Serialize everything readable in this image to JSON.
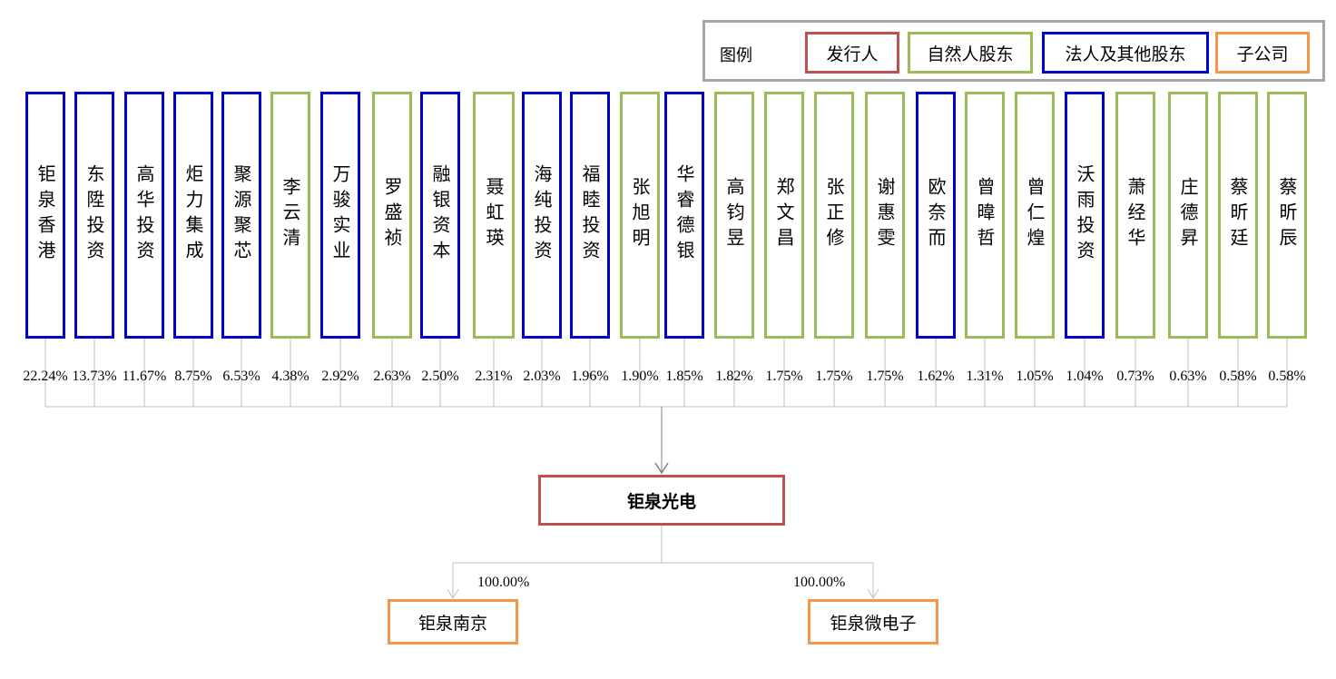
{
  "legend": {
    "title": "图例",
    "items": [
      {
        "label": "发行人",
        "color": "#c0504d"
      },
      {
        "label": "自然人股东",
        "color": "#9bbb59"
      },
      {
        "label": "法人及其他股东",
        "color": "#0000cc"
      },
      {
        "label": "子公司",
        "color": "#f79646"
      }
    ]
  },
  "shareholders": [
    {
      "name": "钜泉香港",
      "type": "legal",
      "pct": "22.24%"
    },
    {
      "name": "东陞投资",
      "type": "legal",
      "pct": "13.73%"
    },
    {
      "name": "高华投资",
      "type": "legal",
      "pct": "11.67%"
    },
    {
      "name": "炬力集成",
      "type": "legal",
      "pct": "8.75%"
    },
    {
      "name": "聚源聚芯",
      "type": "legal",
      "pct": "6.53%"
    },
    {
      "name": "李云清",
      "type": "natural",
      "pct": "4.38%"
    },
    {
      "name": "万骏实业",
      "type": "legal",
      "pct": "2.92%"
    },
    {
      "name": "罗盛祯",
      "type": "natural",
      "pct": "2.63%"
    },
    {
      "name": "融银资本",
      "type": "legal",
      "pct": "2.50%"
    },
    {
      "name": "聂虹瑛",
      "type": "natural",
      "pct": "2.31%"
    },
    {
      "name": "海纯投资",
      "type": "legal",
      "pct": "2.03%"
    },
    {
      "name": "福睦投资",
      "type": "legal",
      "pct": "1.96%"
    },
    {
      "name": "张旭明",
      "type": "natural",
      "pct": "1.90%"
    },
    {
      "name": "华睿德银",
      "type": "legal",
      "pct": "1.85%"
    },
    {
      "name": "高钧昱",
      "type": "natural",
      "pct": "1.82%"
    },
    {
      "name": "郑文昌",
      "type": "natural",
      "pct": "1.75%"
    },
    {
      "name": "张正修",
      "type": "natural",
      "pct": "1.75%"
    },
    {
      "name": "谢惠雯",
      "type": "natural",
      "pct": "1.75%"
    },
    {
      "name": "欧奈而",
      "type": "legal",
      "pct": "1.62%"
    },
    {
      "name": "曾暐哲",
      "type": "natural",
      "pct": "1.31%"
    },
    {
      "name": "曾仁煌",
      "type": "natural",
      "pct": "1.05%"
    },
    {
      "name": "沃雨投资",
      "type": "legal",
      "pct": "1.04%"
    },
    {
      "name": "萧经华",
      "type": "natural",
      "pct": "0.73%"
    },
    {
      "name": "庄德昇",
      "type": "natural",
      "pct": "0.63%"
    },
    {
      "name": "蔡昕廷",
      "type": "natural",
      "pct": "0.58%"
    },
    {
      "name": "蔡昕辰",
      "type": "natural",
      "pct": "0.58%"
    }
  ],
  "issuer": {
    "name": "钜泉光电"
  },
  "subsidiaries": [
    {
      "name": "钜泉南京",
      "pct": "100.00%"
    },
    {
      "name": "钜泉微电子",
      "pct": "100.00%"
    }
  ],
  "colors": {
    "issuer": "#c0504d",
    "natural": "#9bbb59",
    "legal": "#0000cc",
    "subsidiary": "#f79646",
    "connector": "#bfbfbf",
    "arrow": "#7f7f7f"
  }
}
